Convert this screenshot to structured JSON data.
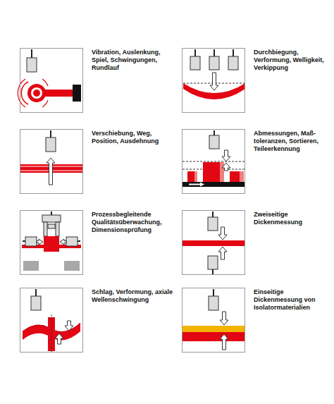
{
  "diagram": {
    "nodes": [
      {
        "text": [
          "Vibration, Auslenkung, Spiel, Schwingungen, Rundlauf"
        ]
      },
      {
        "text": [
          "Durchbiegung, Verformung, Welligkeit, Verkippung"
        ]
      },
      {
        "text": [
          "Verschiebung, Weg, Position, Ausdehnung"
        ]
      },
      {
        "text": [
          "Abmessungen, Maß-toleranzen, Sortieren, Teileerkennung"
        ]
      },
      {
        "text": [
          "Prozessbegleitende Qualitätsüberwachung, Dimensionsprüfung"
        ]
      },
      {
        "text": [
          "Zweiseitige Dickenmessung"
        ]
      },
      {
        "text": [
          "Schlag, Verformung, axiale Wellenschwingung"
        ]
      },
      {
        "text": [
          "Einseitige Dickenmessung von Isolatormaterialien"
        ]
      }
    ]
  }
}
